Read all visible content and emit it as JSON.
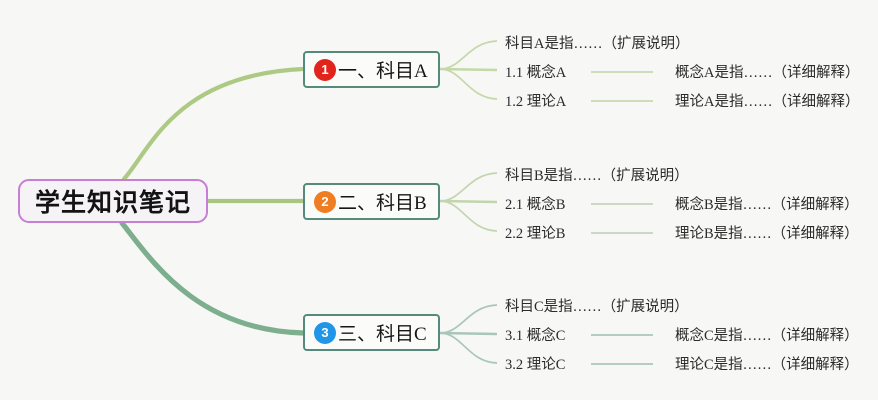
{
  "diagram": {
    "type": "mind-map",
    "background_color": "#f7f7f5",
    "root": {
      "label": "学生知识笔记",
      "border_color": "#c77fd6",
      "fill_color": "#f6f3f7"
    },
    "branches": [
      {
        "number": "1",
        "badge_color": "#e1251b",
        "label": "一、科目A",
        "border_color": "#558b7c",
        "connector_color": "#adca84",
        "leaf_rule_color": "#cdddb9",
        "leaves": [
          {
            "summary": "科目A是指……（扩展说明）"
          },
          {
            "key": "1.1 概念A",
            "detail": "概念A是指……（详细解释）"
          },
          {
            "key": "1.2 理论A",
            "detail": "理论A是指……（详细解释）"
          }
        ]
      },
      {
        "number": "2",
        "badge_color": "#ef7d22",
        "label": "二、科目B",
        "border_color": "#558b7c",
        "connector_color": "#a8c583",
        "leaf_rule_color": "#cbd9c2",
        "leaves": [
          {
            "summary": "科目B是指……（扩展说明）"
          },
          {
            "key": "2.1 概念B",
            "detail": "概念B是指……（详细解释）"
          },
          {
            "key": "2.2 理论B",
            "detail": "理论B是指……（详细解释）"
          }
        ]
      },
      {
        "number": "3",
        "badge_color": "#2196e8",
        "label": "三、科目C",
        "border_color": "#558b7c",
        "connector_color": "#7dae8e",
        "leaf_rule_color": "#b4cdc4",
        "leaves": [
          {
            "summary": "科目C是指……（扩展说明）"
          },
          {
            "key": "3.1 概念C",
            "detail": "概念C是指……（详细解释）"
          },
          {
            "key": "3.2 理论C",
            "detail": "理论C是指……（详细解释）"
          }
        ]
      }
    ]
  }
}
